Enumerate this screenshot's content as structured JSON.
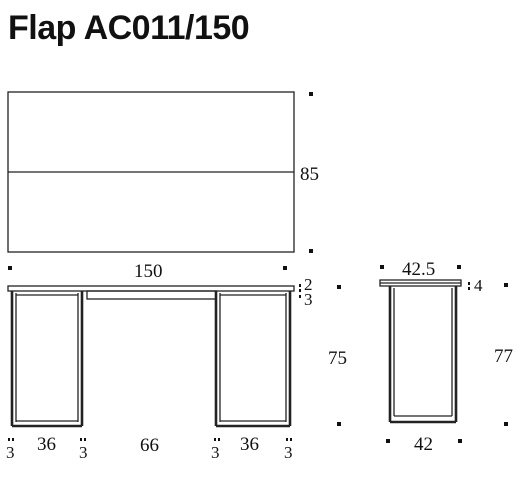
{
  "title": "Flap AC011/150",
  "dimensions": {
    "depth": "85",
    "width": "150",
    "top_thickness_a": "2",
    "top_thickness_b": "3",
    "height_front": "75",
    "side_depth": "42.5",
    "side_top_thickness": "4",
    "height_side": "77",
    "side_base": "42",
    "leg_left_outer": "3",
    "pedestal_left": "36",
    "leg_left_inner": "3",
    "gap_middle": "66",
    "leg_right_inner": "3",
    "pedestal_right": "36",
    "leg_right_outer": "3"
  }
}
